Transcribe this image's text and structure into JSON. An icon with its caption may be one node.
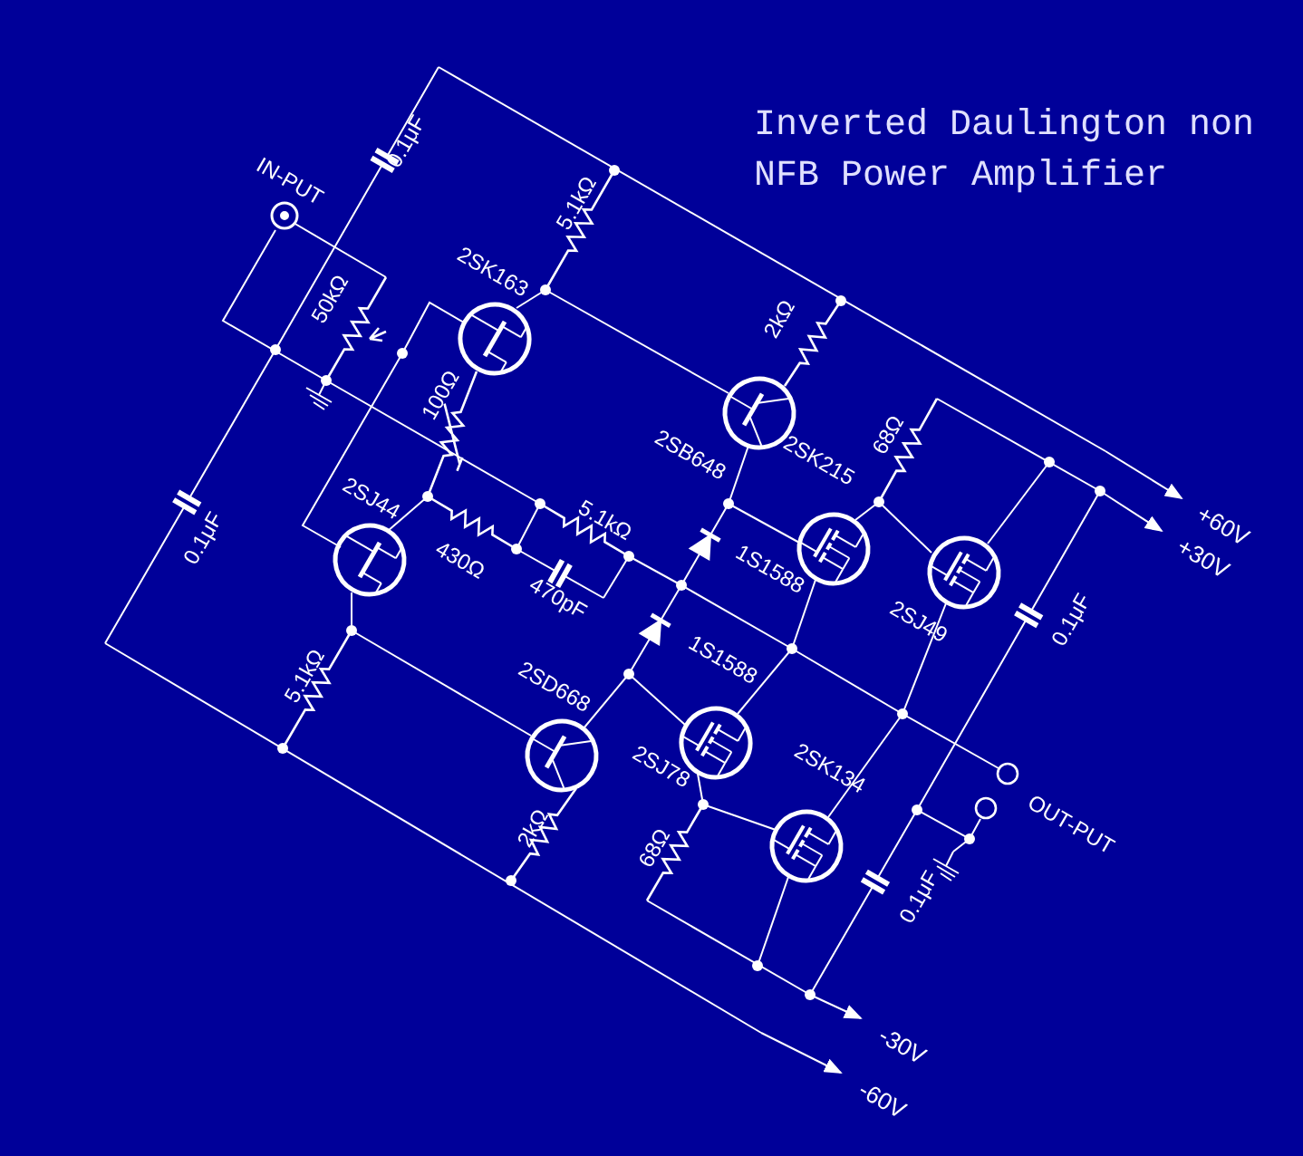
{
  "diagram": {
    "title": "Inverted Daulington non NFB Power Amplifier",
    "nodes": [
      {
        "text": [
          "+60V"
        ]
      },
      {
        "text": [
          "+30V"
        ]
      },
      {
        "text": [
          "-30V"
        ]
      },
      {
        "text": [
          "-60V"
        ]
      }
    ],
    "edges": [
      {
        "from": null,
        "to": 0,
        "arrow": "to"
      },
      {
        "from": null,
        "to": 1,
        "arrow": "to"
      },
      {
        "from": null,
        "to": 2,
        "arrow": "to"
      },
      {
        "from": null,
        "to": 3,
        "arrow": "to"
      }
    ],
    "labels": [
      "IN-PUT",
      "0.1μF",
      "5.1kΩ",
      "2SK163",
      "50kΩ",
      "100Ω",
      "2kΩ",
      "2SB648",
      "68Ω",
      "2SK215",
      "0.1μF",
      "2SJ44",
      "5.1kΩ",
      "430Ω",
      "470pF",
      "1S1588",
      "2SJ49",
      "0.1μF",
      "5.1kΩ",
      "1S1588",
      "2SD668",
      "2SJ78",
      "2SK134",
      "OUT-PUT",
      "2kΩ",
      "68Ω",
      "0.1μF"
    ]
  }
}
